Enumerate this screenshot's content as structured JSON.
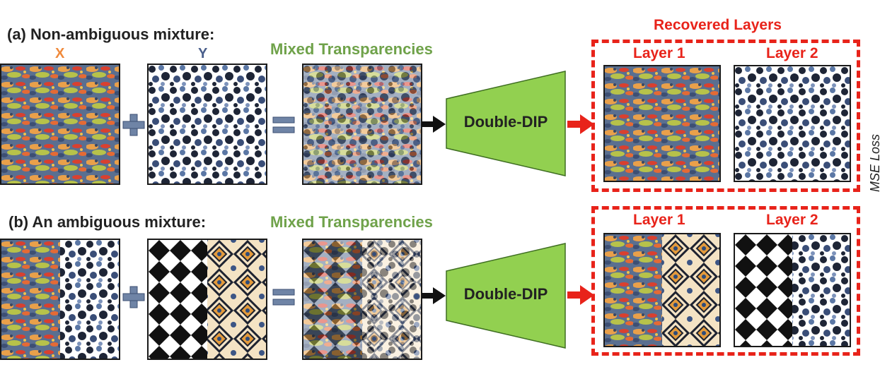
{
  "row_a": {
    "title": "(a) Non-ambiguous mixture:",
    "x_label": "X",
    "y_label": "Y",
    "mixed_label": "Mixed Transparencies",
    "net_label": "Double-DIP",
    "layer1_label": "Layer 1",
    "layer2_label": "Layer 2"
  },
  "row_b": {
    "title": "(b) An ambiguous mixture:",
    "mixed_label": "Mixed Transparencies",
    "net_label": "Double-DIP",
    "layer1_label": "Layer 1",
    "layer2_label": "Layer 2"
  },
  "recovered_title": "Recovered Layers",
  "side_text": "MSE Loss",
  "operators": {
    "plus": "+",
    "equals": "="
  },
  "colors": {
    "accent_red": "#e8231a",
    "label_green": "#6fa24a",
    "x_orange": "#f08a3c",
    "y_blue": "#4a5f8c",
    "net_fill": "#92d050",
    "operator_blue": "#6f84a6"
  }
}
